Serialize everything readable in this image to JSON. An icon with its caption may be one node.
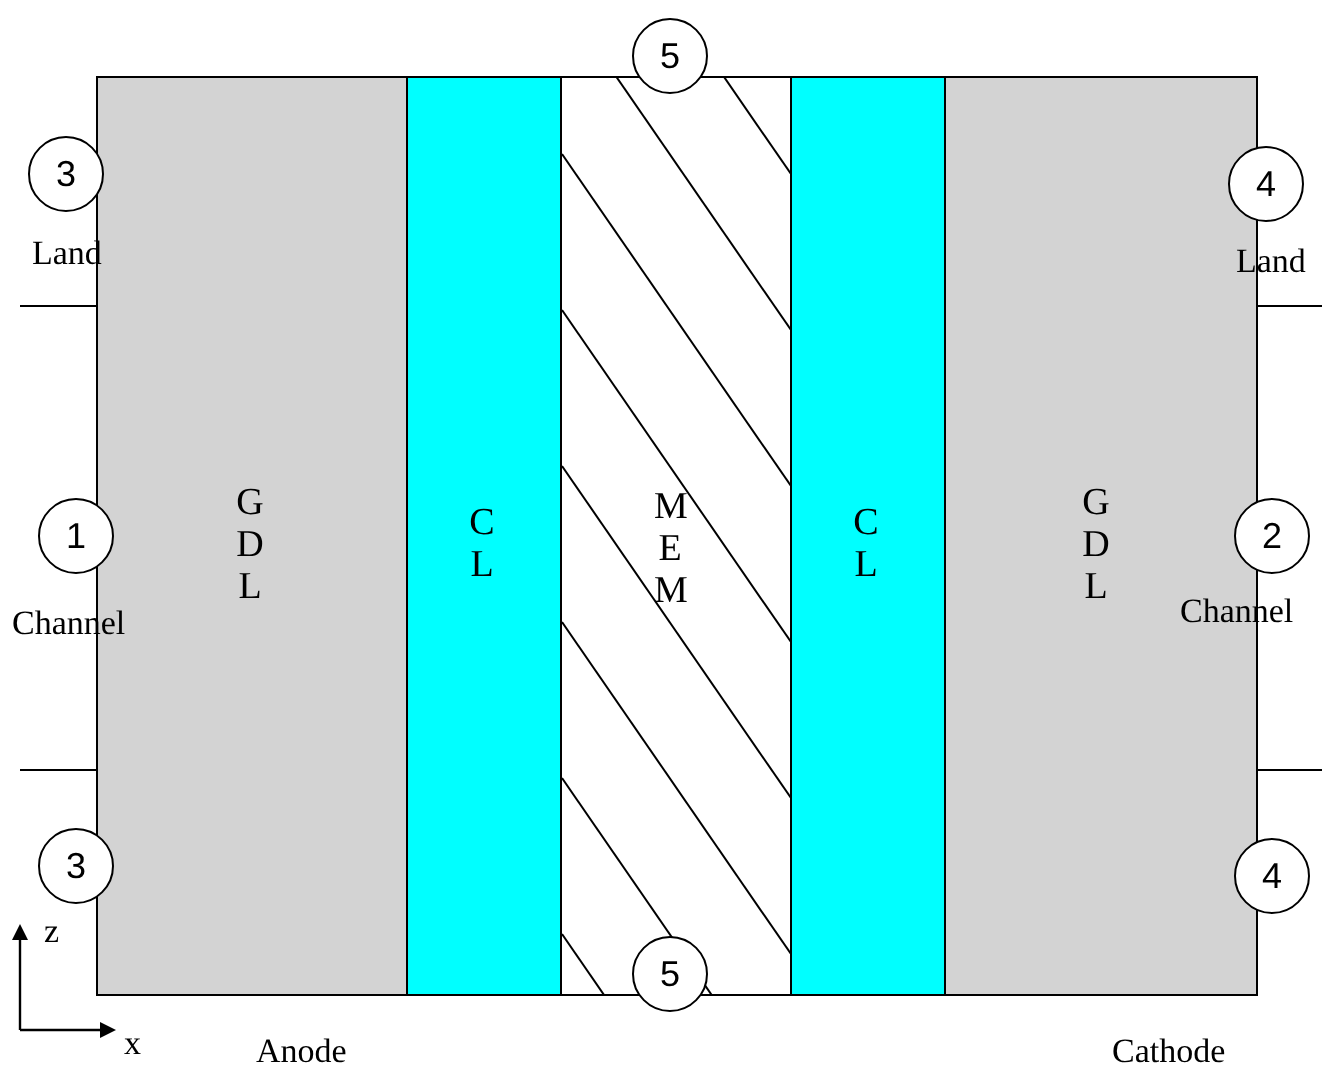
{
  "diagram": {
    "nodes": [
      {
        "text": [
          "G D L"
        ]
      },
      {
        "text": [
          "C L"
        ]
      },
      {
        "text": [
          "M E M"
        ]
      },
      {
        "text": [
          "C L"
        ]
      },
      {
        "text": [
          "G D L"
        ]
      },
      {
        "text": [
          "5"
        ]
      },
      {
        "text": [
          "3"
        ]
      },
      {
        "text": [
          "4"
        ]
      },
      {
        "text": [
          "1"
        ]
      },
      {
        "text": [
          "2"
        ]
      },
      {
        "text": [
          "3"
        ]
      },
      {
        "text": [
          "4"
        ]
      },
      {
        "text": [
          "5"
        ]
      }
    ],
    "labels": [
      "Land",
      "Land",
      "Channel",
      "Channel",
      "z",
      "x",
      "Anode",
      "Cathode"
    ]
  }
}
